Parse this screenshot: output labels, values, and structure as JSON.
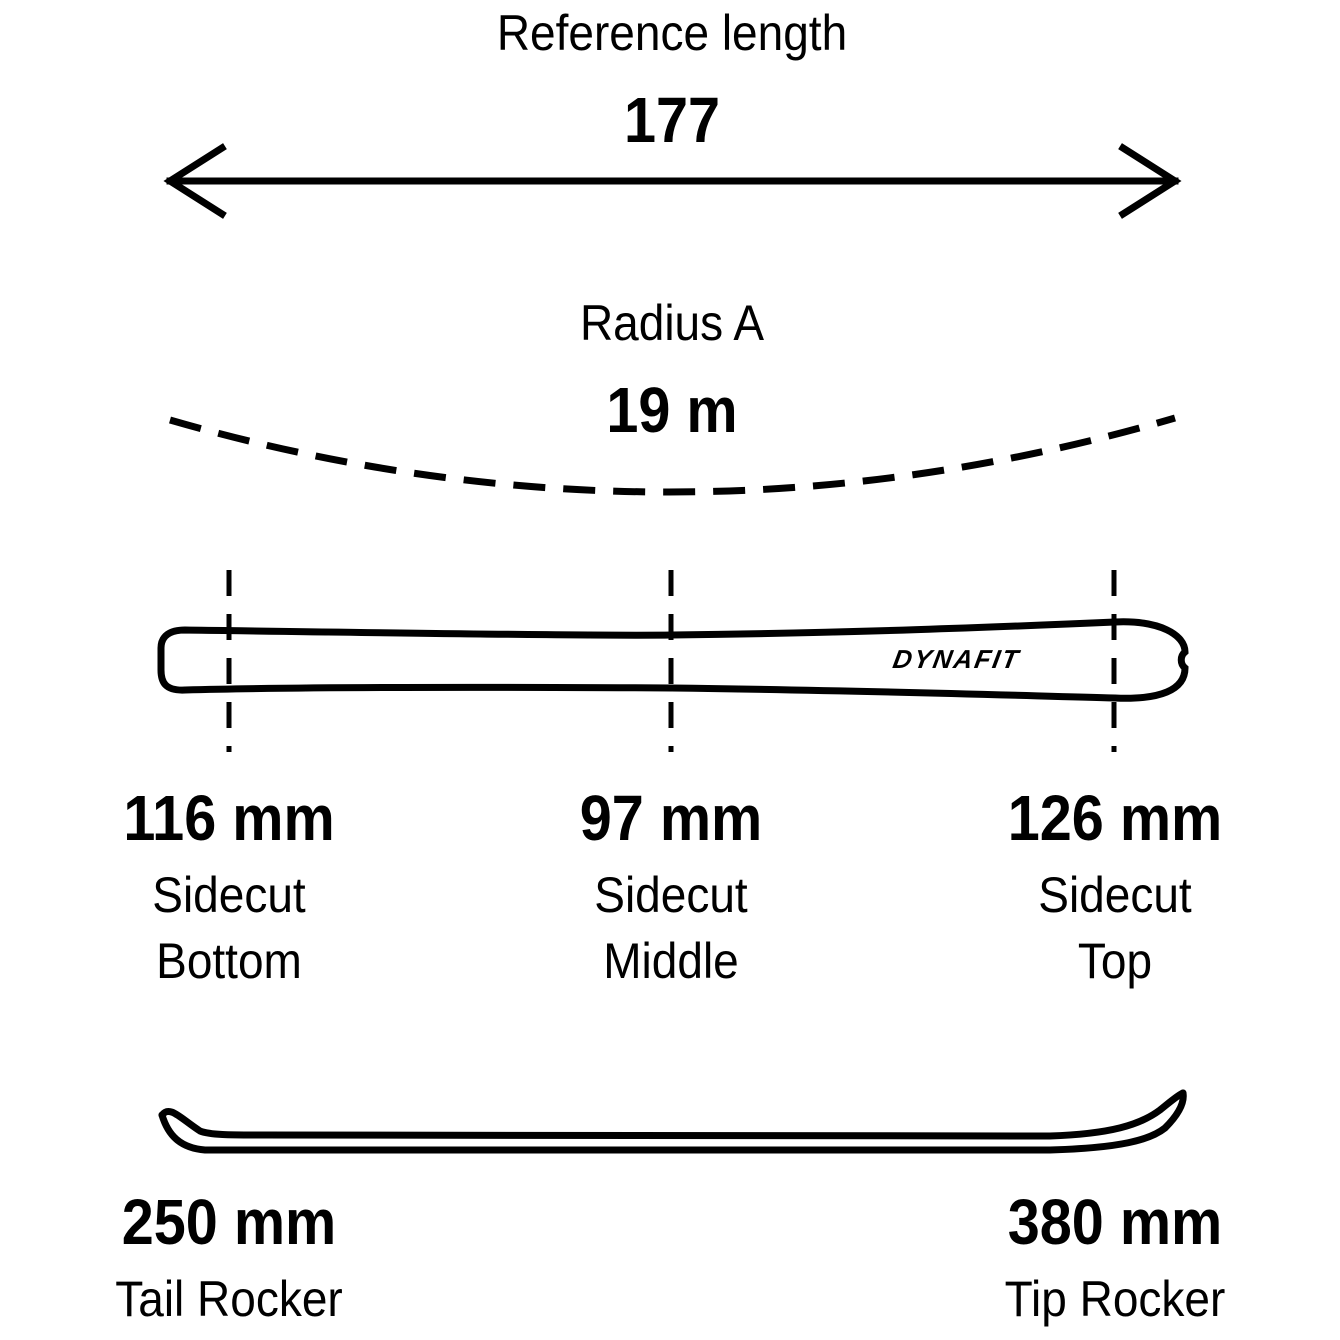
{
  "reference_length": {
    "label": "Reference length",
    "value": "177"
  },
  "radius": {
    "label": "Radius A",
    "value": "19 m"
  },
  "brand_logo": "DYNAFIT",
  "sidecut": [
    {
      "value": "116 mm",
      "line1": "Sidecut",
      "line2": "Bottom"
    },
    {
      "value": "97 mm",
      "line1": "Sidecut",
      "line2": "Middle"
    },
    {
      "value": "126 mm",
      "line1": "Sidecut",
      "line2": "Top"
    }
  ],
  "rocker": [
    {
      "value": "250 mm",
      "label": "Tail Rocker"
    },
    {
      "value": "380 mm",
      "label": "Tip Rocker"
    }
  ]
}
